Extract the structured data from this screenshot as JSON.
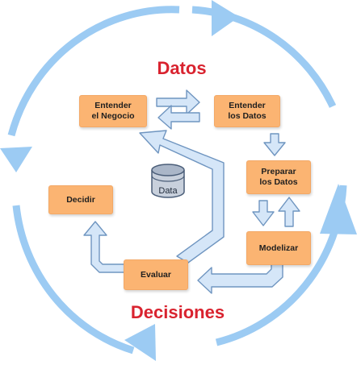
{
  "title_top": "Datos",
  "title_bottom": "Decisiones",
  "colors": {
    "title": "#d9232f",
    "box_fill": "#fbb472",
    "ring": "#9ccbf3",
    "arrow_fill": "#d5e6f8",
    "arrow_stroke": "#6f95c0"
  },
  "steps": {
    "entender_negocio": "Entender\nel Negocio",
    "entender_datos": "Entender\nlos Datos",
    "preparar_datos": "Preparar\nlos Datos",
    "modelizar": "Modelizar",
    "evaluar": "Evaluar",
    "decidir": "Decidir"
  },
  "data_store": {
    "label": "Data",
    "icon": "database-icon"
  }
}
